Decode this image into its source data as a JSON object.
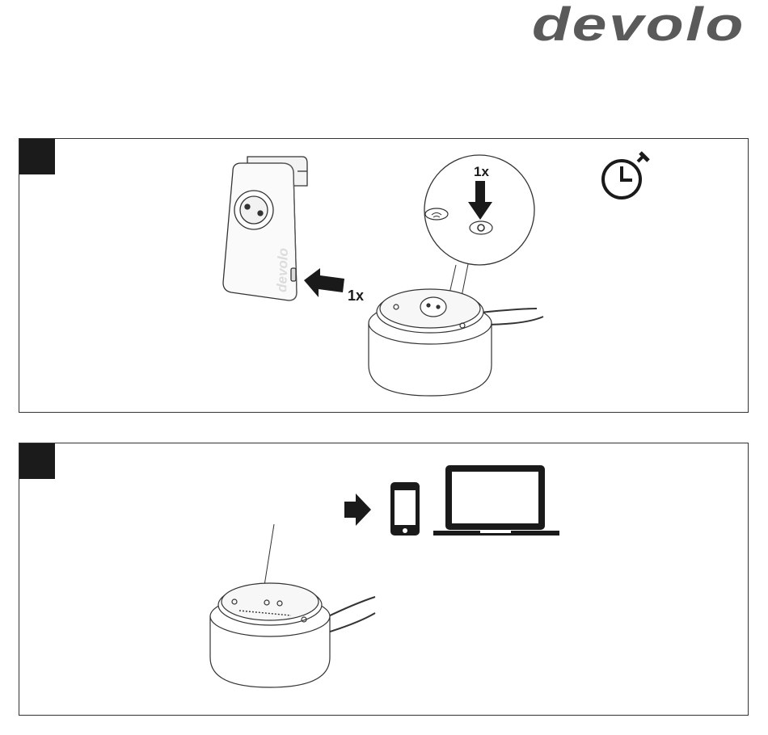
{
  "brand": {
    "logo_text": "devolo"
  },
  "steps": [
    {
      "press_count_adapter": "1x",
      "press_count_button": "1x",
      "adapter_brand_mark": "devolo",
      "icons": [
        "power-adapter-icon",
        "arrow-left-icon",
        "magnifier-circle",
        "wifi-button-icon",
        "pair-button-icon",
        "arrow-down-icon",
        "stopwatch-icon",
        "device-base-icon"
      ]
    },
    {
      "icons": [
        "device-base-icon",
        "arrow-right-icon",
        "smartphone-icon",
        "laptop-icon"
      ]
    }
  ],
  "colors": {
    "badge": "#1b1b1b",
    "logo": "#5a5a5a",
    "line": "#1a1a1a"
  }
}
